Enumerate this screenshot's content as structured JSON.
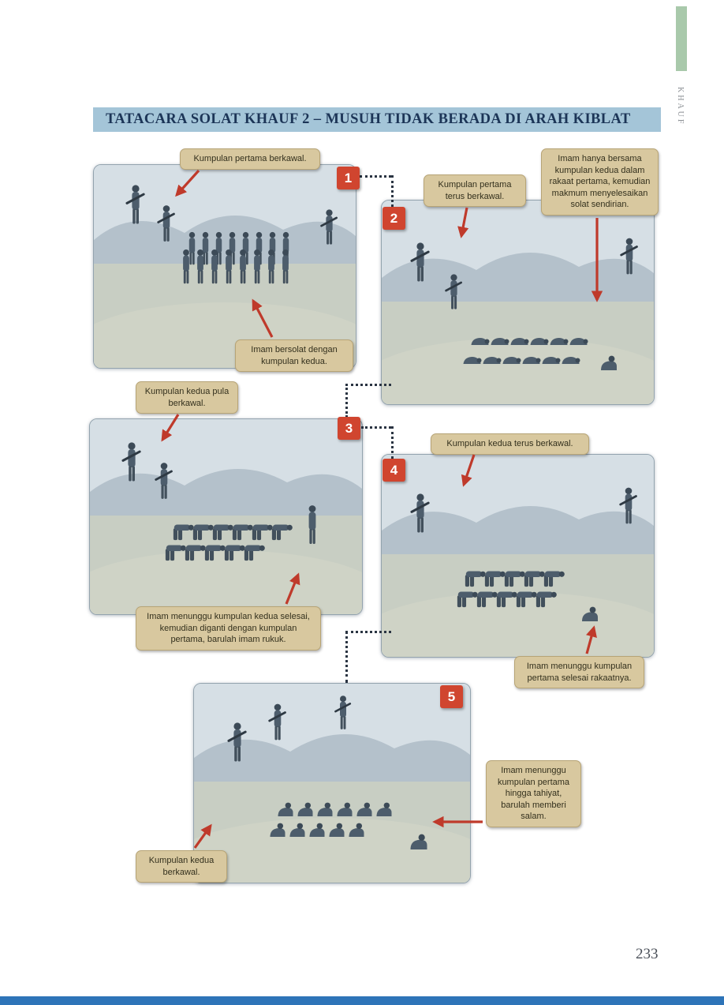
{
  "page": {
    "title": "TATACARA SOLAT KHAUF 2 – MUSUH TIDAK BERADA DI ARAH KIBLAT",
    "side_tab": "KHAUF",
    "page_number": "233"
  },
  "steps": [
    {
      "number": "1",
      "callouts": {
        "top": "Kumpulan pertama berkawal.",
        "bottom": "Imam bersolat dengan kumpulan kedua."
      }
    },
    {
      "number": "2",
      "callouts": {
        "top": "Kumpulan pertama terus berkawal.",
        "right": "Imam hanya bersama kumpulan kedua dalam rakaat pertama, kemudian makmum menyelesaikan solat sendirian."
      }
    },
    {
      "number": "3",
      "callouts": {
        "top": "Kumpulan kedua pula berkawal.",
        "bottom": "Imam menunggu kumpulan kedua selesai, kemudian diganti dengan kumpulan pertama, barulah imam rukuk."
      }
    },
    {
      "number": "4",
      "callouts": {
        "top": "Kumpulan kedua terus berkawal.",
        "bottom": "Imam menunggu kumpulan pertama selesai rakaatnya."
      }
    },
    {
      "number": "5",
      "callouts": {
        "right": "Imam menunggu kumpulan pertama hingga tahiyat, barulah memberi salam.",
        "bottom": "Kumpulan kedua berkawal."
      }
    }
  ],
  "colors": {
    "title_bar_bg": "#a4c5d8",
    "title_text": "#1c3557",
    "step_badge": "#d0452f",
    "callout_bg": "#d8c89f",
    "callout_border": "#b7a476",
    "arrow": "#bf3a2b",
    "connector": "#2a3442",
    "chapter_tab_green": "#a9c9ab",
    "footer_bar": "#2e74b8"
  }
}
